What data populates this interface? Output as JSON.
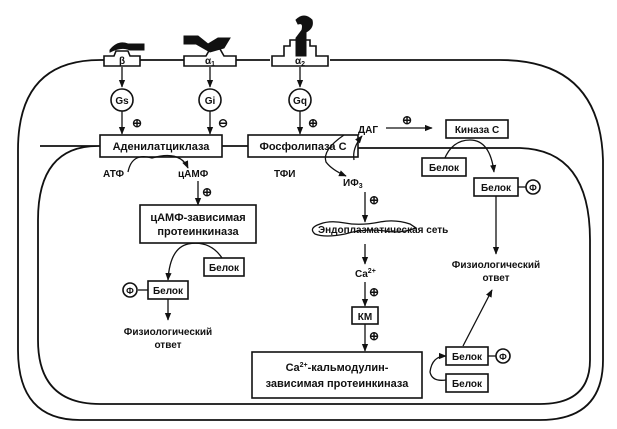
{
  "title": "Adrenergic receptor signaling pathways",
  "receptors": [
    {
      "label": "β",
      "gprotein": "Gs",
      "effect": "⊕"
    },
    {
      "label": "α",
      "sub": "1",
      "gprotein": "Gi",
      "effect": "⊖"
    },
    {
      "label": "α",
      "sub": "2",
      "gprotein": "Gq",
      "effect": "⊕"
    }
  ],
  "enzymes": {
    "adenylate_cyclase": "Аденилатциклаза",
    "phospholipase_c": "Фосфолипаза С",
    "kinase_c": "Киназа С",
    "camp_kinase_line1": "цАМФ-зависимая",
    "camp_kinase_line2": "протеинкиназа",
    "camk_line1_pre": "Ca",
    "camk_line1_sup": "2+",
    "camk_line1_post": "-кальмодулин-",
    "camk_line2": "зависимая протеинкиназа",
    "calmodulin": "КМ"
  },
  "metabolites": {
    "atp": "АТФ",
    "camp": "цАМФ",
    "tfi": "ТФИ",
    "ip3": "ИФ",
    "ip3_sub": "3",
    "dag": "ДАГ",
    "ca": "Ca",
    "ca_sup": "2+",
    "er": "Эндоплазматическая сеть"
  },
  "protein": "Белок",
  "phospho": "Ф",
  "plus": "⊕",
  "response_line1": "Физиологический",
  "response_line2": "ответ"
}
